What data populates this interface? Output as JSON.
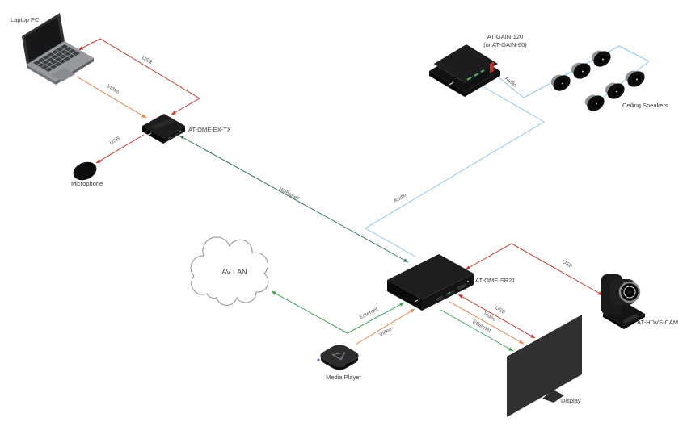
{
  "colors": {
    "usb": "#C33B31",
    "video": "#E2824A",
    "ethernet": "#41A35D",
    "hdbaset": "#3C7A58",
    "audio": "#8FC6E8"
  },
  "devices": {
    "laptop": {
      "label": "Laptop PC"
    },
    "transmitter": {
      "label": "AT-OME-EX-TX"
    },
    "microphone": {
      "label": "Microphone"
    },
    "amplifier": {
      "label": "AT-GAIN-120",
      "label_alt": "(or AT-GAIN-60)"
    },
    "ceiling_speakers": {
      "label": "Ceiling Speakers"
    },
    "av_lan": {
      "label": "AV LAN"
    },
    "receiver": {
      "label": "AT-OME-SR21"
    },
    "media_player": {
      "label": "Media Player"
    },
    "display": {
      "label": "Display"
    },
    "camera": {
      "label": "AT-HDVS-CAM"
    }
  },
  "connections": {
    "laptop_usb": {
      "label": "USB"
    },
    "laptop_video": {
      "label": "Video"
    },
    "mic_usb": {
      "label": "USB"
    },
    "hdbaset_link": {
      "label": "HDBaseT"
    },
    "audio_receiver_to_amp": {
      "label": "Audio"
    },
    "audio_amp_to_speakers": {
      "label": "Audio"
    },
    "camera_usb": {
      "label": "USB"
    },
    "lan_ethernet": {
      "label": "Ethernet"
    },
    "media_player_video": {
      "label": "Video"
    },
    "display_usb": {
      "label": "USB"
    },
    "display_video": {
      "label": "Video"
    },
    "display_ethernet": {
      "label": "Ethernet"
    }
  }
}
